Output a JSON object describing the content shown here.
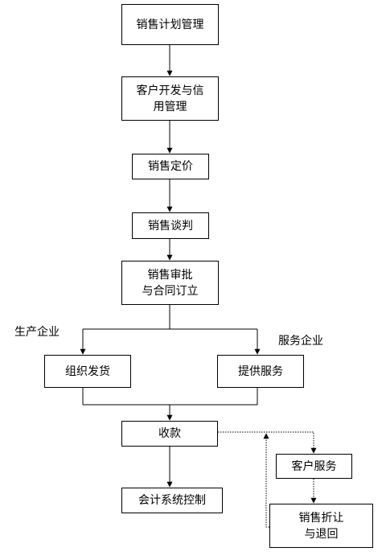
{
  "nodes": {
    "plan": "销售计划管理",
    "dev": "客户开发与信\n用管理",
    "pricing": "销售定价",
    "negotiation": "销售谈判",
    "review": "销售审批\n与合同订立",
    "ship": "组织发货",
    "service": "提供服务",
    "collect": "收款",
    "customer_service": "客户服务",
    "returns": "销售折让\n与退回",
    "accounting": "会计系统控制"
  },
  "labels": {
    "production": "生产企业",
    "service_enterprise": "服务企业"
  }
}
